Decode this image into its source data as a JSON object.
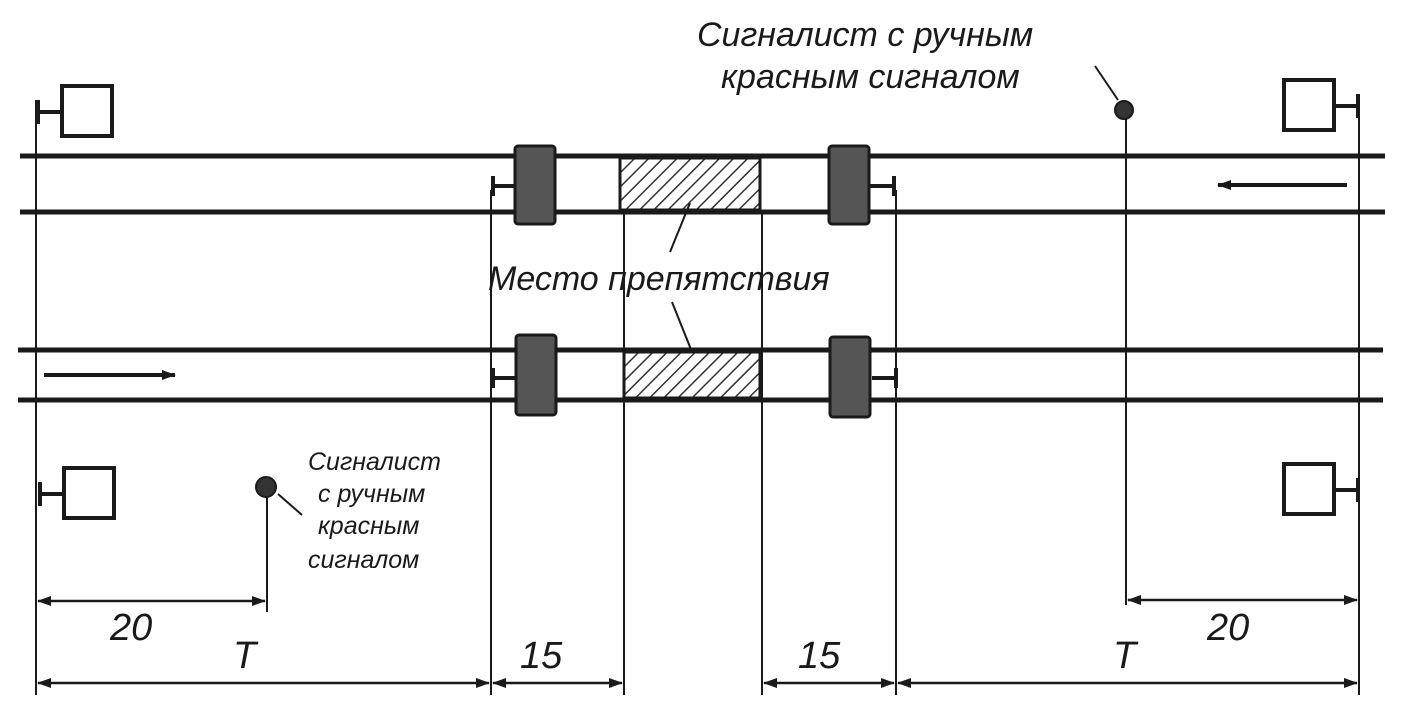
{
  "labels": {
    "obstacle": "Место препятствия",
    "signalman_top_line1": "Сигналист с ручным",
    "signalman_top_line2": "красным сигналом",
    "signalman_bottom_line1": "Сигналист",
    "signalman_bottom_line2": "с ручным",
    "signalman_bottom_line3": "красным",
    "signalman_bottom_line4": "сигналом"
  },
  "dimensions": {
    "left_signalman_distance": "20",
    "left_T": "T",
    "left_gap": "15",
    "right_gap": "15",
    "right_T": "T",
    "right_signalman_distance": "20"
  },
  "colors": {
    "line": "#1a1a1a",
    "signal_block": "#555555",
    "hatch": "#333333"
  }
}
